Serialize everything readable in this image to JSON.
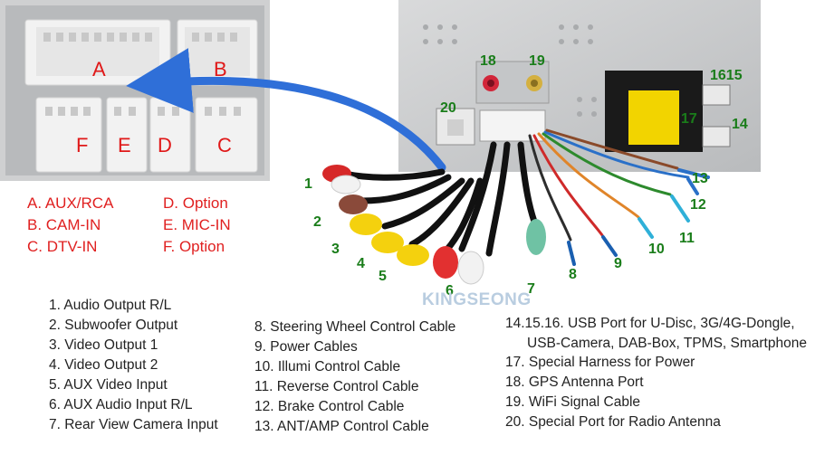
{
  "connector_letters": [
    "A",
    "B",
    "F",
    "E",
    "D",
    "C"
  ],
  "socket_legend": [
    "A. AUX/RCA",
    "B. CAM-IN",
    "C. DTV-IN",
    "D. Option",
    "E. MIC-IN",
    "F. Option"
  ],
  "cable_numbers": [
    "1",
    "2",
    "3",
    "4",
    "5",
    "6",
    "7",
    "8",
    "9",
    "10",
    "11",
    "12",
    "13",
    "14",
    "1615",
    "17",
    "18",
    "19",
    "20"
  ],
  "items_col1": [
    "1. Audio Output R/L",
    "2. Subwoofer Output",
    "3. Video Output 1",
    "4. Video Output 2",
    "5. AUX Video Input",
    "6. AUX Audio Input R/L",
    "7. Rear View Camera Input"
  ],
  "items_col2": [
    "8. Steering Wheel Control Cable",
    "9. Power Cables",
    "10. Illumi Control Cable",
    "11. Reverse Control Cable",
    "12. Brake Control Cable",
    "13. ANT/AMP Control Cable"
  ],
  "items_col3": [
    "14.15.16. USB Port for U-Disc, 3G/4G-Dongle,",
    "USB-Camera, DAB-Box, TPMS, Smartphone",
    "17. Special Harness for Power",
    "18. GPS Antenna Port",
    "19. WiFi Signal Cable",
    "20. Special Port for Radio Antenna"
  ],
  "watermark": "KINGSEONG",
  "colors": {
    "arrow": "#2f6fd8",
    "numbers": "#1a7d1a",
    "legend": "#e02020"
  }
}
